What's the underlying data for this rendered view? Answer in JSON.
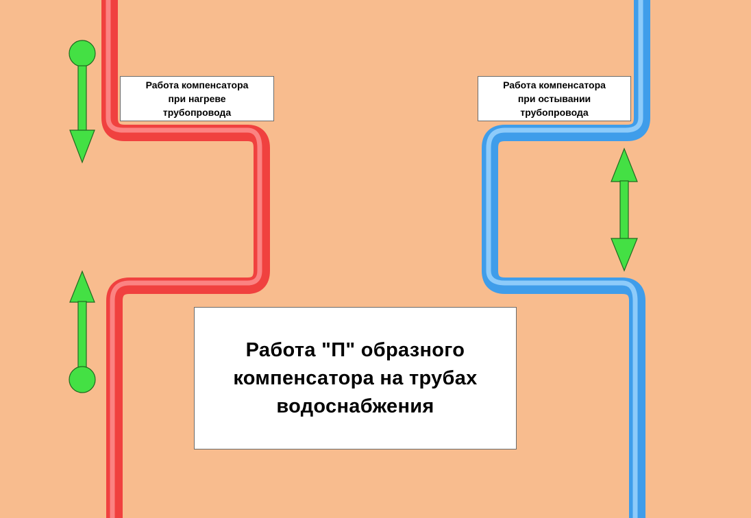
{
  "colors": {
    "background": "#F8BC8E",
    "hot_pipe": "#F0413F",
    "cold_pipe": "#3F9DEA",
    "arrow": "#44E044"
  },
  "labels": {
    "heating": [
      "Работа компенсатора",
      "при нагреве",
      "трубопровода"
    ],
    "cooling": [
      "Работа компенсатора",
      "при остывании",
      "трубопровода"
    ]
  },
  "title": [
    "Работа \"П\" образного",
    "компенсатора на трубах",
    "водоснабжения"
  ],
  "icons": {
    "heating_top_arrow": "arrow-down-with-circle-icon",
    "heating_bottom_arrow": "arrow-up-with-circle-icon",
    "cooling_arrow": "double-headed-arrow-icon"
  }
}
